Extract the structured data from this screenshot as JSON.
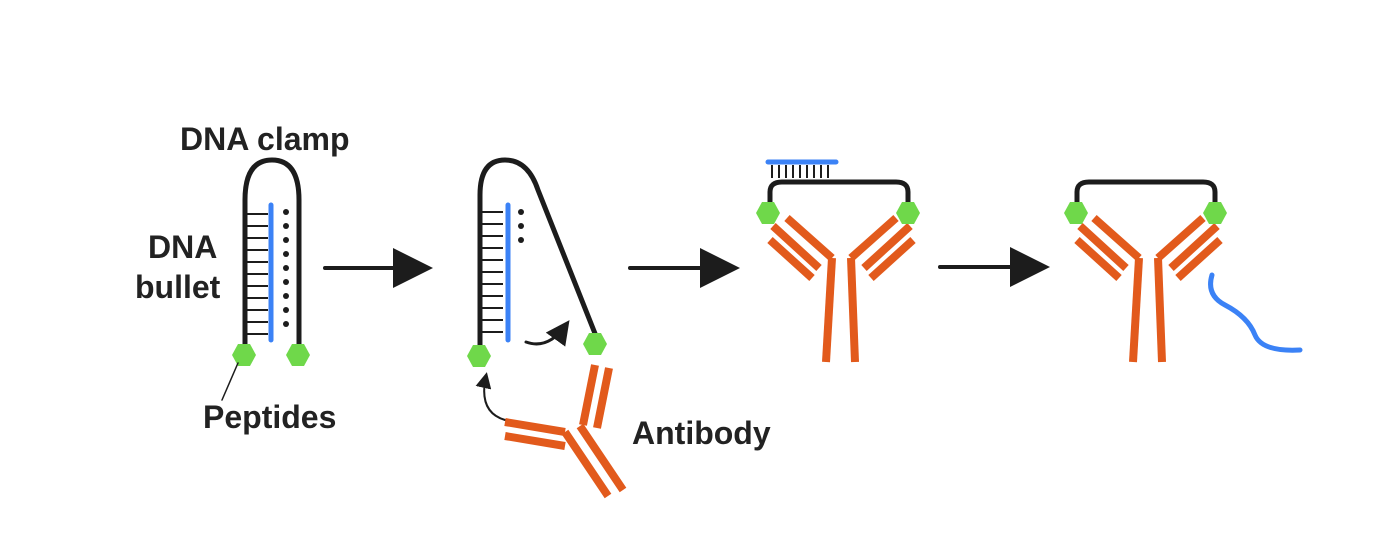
{
  "labels": {
    "dna_clamp": "DNA clamp",
    "dna_bullet_line1": "DNA",
    "dna_bullet_line2": "bullet",
    "peptides": "Peptides",
    "antibody": "Antibody"
  },
  "colors": {
    "dna_strand": "#1c1c1c",
    "dna_bullet": "#3b82f6",
    "antibody": "#e25a1c",
    "peptide": "#6fd84a",
    "label_text": "#222222"
  },
  "stages": [
    "clamp-closed",
    "clamp-opening",
    "antibody-bound-bullet-released",
    "bullet-free"
  ]
}
